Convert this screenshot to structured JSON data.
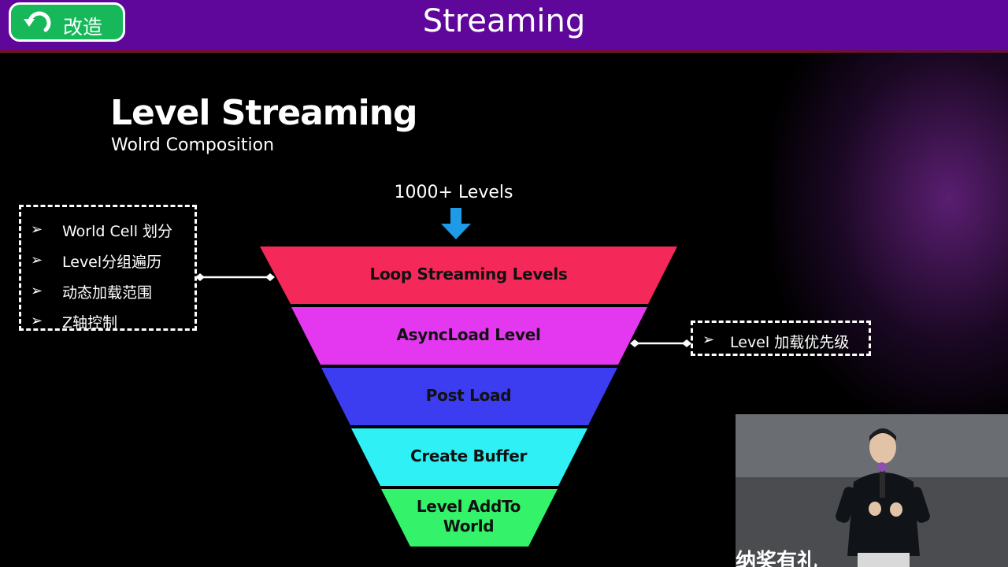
{
  "header": {
    "back_label": "改造",
    "title": "Streaming"
  },
  "slide": {
    "heading": "Level Streaming",
    "subheading": "Wolrd Composition",
    "levels_label": "1000+ Levels",
    "funnel": [
      {
        "label": "Loop Streaming Levels",
        "color": "#f5285a"
      },
      {
        "label": "AsyncLoad Level",
        "color": "#e438f0"
      },
      {
        "label": "Post Load",
        "color": "#3c3cf0"
      },
      {
        "label": "Create Buffer",
        "color": "#2ef0f5"
      },
      {
        "label": "Level AddTo World",
        "color": "#34f26a"
      }
    ],
    "left_notes": [
      "World Cell 划分",
      "Level分组遍历",
      "动态加载范围",
      "Z轴控制"
    ],
    "right_note": "Level 加载优先级",
    "bullet_glyph": "➢"
  },
  "video": {
    "caption": "纳奖有礼"
  },
  "colors": {
    "header_bg": "#5f079a",
    "back_button": "#16b85a",
    "arrow": "#1e9be6"
  }
}
